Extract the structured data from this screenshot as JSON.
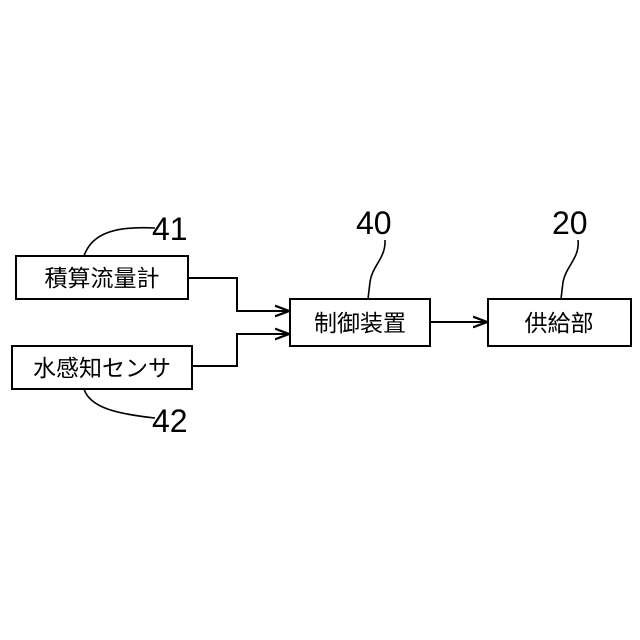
{
  "diagram": {
    "blocks": {
      "flow_meter": {
        "label": "積算流量計",
        "ref": "41"
      },
      "water_sensor": {
        "label": "水感知センサ",
        "ref": "42"
      },
      "control_device": {
        "label": "制御装置",
        "ref": "40"
      },
      "supply_unit": {
        "label": "供給部",
        "ref": "20"
      }
    },
    "connections": [
      {
        "from": "flow_meter",
        "to": "control_device"
      },
      {
        "from": "water_sensor",
        "to": "control_device"
      },
      {
        "from": "control_device",
        "to": "supply_unit"
      }
    ]
  }
}
